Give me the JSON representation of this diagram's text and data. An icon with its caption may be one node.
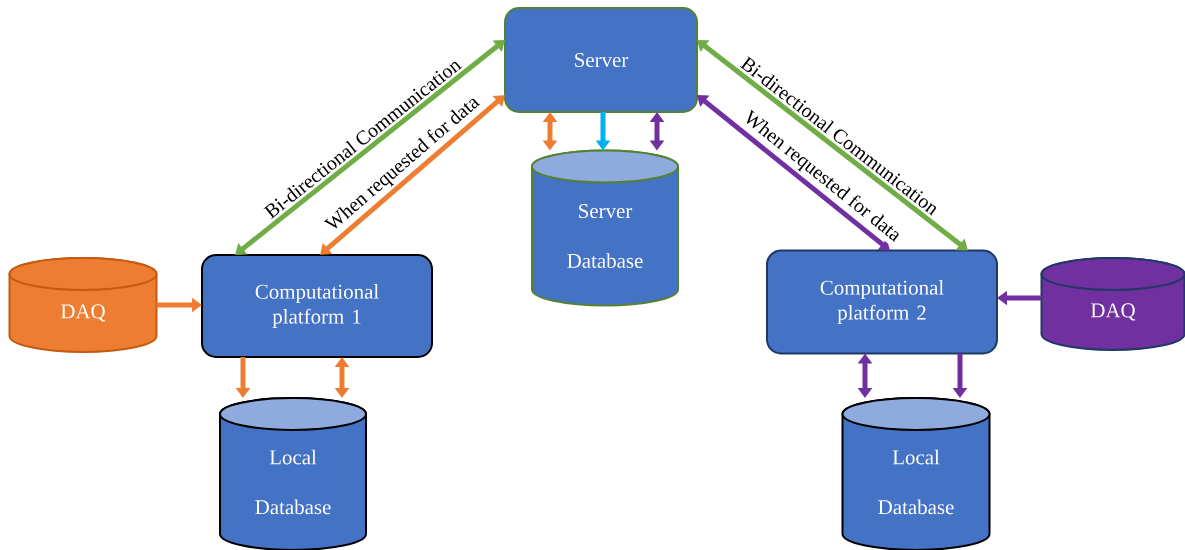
{
  "diagram": {
    "nodes": [
      {
        "text": [
          "Server"
        ]
      },
      {
        "text": [
          "Server Database"
        ]
      },
      {
        "text": [
          "DAQ"
        ]
      },
      {
        "text": [
          "Computational platform 1"
        ]
      },
      {
        "text": [
          "Local Database"
        ]
      },
      {
        "text": [
          "Computational platform 2"
        ]
      },
      {
        "text": [
          "DAQ"
        ]
      },
      {
        "text": [
          "Local Database"
        ]
      }
    ],
    "edges": [
      {
        "from": 3,
        "to": 0,
        "arrow": "both",
        "color": "#70ad47",
        "label": "Bi-directional Communication"
      },
      {
        "from": 3,
        "to": 0,
        "arrow": "both",
        "color": "#ed7d31",
        "label": "When requested for data"
      },
      {
        "from": 0,
        "to": 5,
        "arrow": "both",
        "color": "#70ad47",
        "label": "Bi-directional Communication"
      },
      {
        "from": 0,
        "to": 5,
        "arrow": "both",
        "color": "#7030a0",
        "label": "When requested for data"
      },
      {
        "from": 0,
        "to": 1,
        "arrow": "both",
        "color": "#ed7d31"
      },
      {
        "from": 0,
        "to": 1,
        "arrow": "to",
        "color": "#00b0f0"
      },
      {
        "from": 0,
        "to": 1,
        "arrow": "both",
        "color": "#7030a0"
      },
      {
        "from": 2,
        "to": 3,
        "arrow": "to",
        "color": "#ed7d31"
      },
      {
        "from": 3,
        "to": 4,
        "arrow": "to",
        "color": "#ed7d31"
      },
      {
        "from": 3,
        "to": 4,
        "arrow": "both",
        "color": "#ed7d31"
      },
      {
        "from": 6,
        "to": 5,
        "arrow": "to",
        "color": "#7030a0"
      },
      {
        "from": 5,
        "to": 7,
        "arrow": "both",
        "color": "#7030a0"
      },
      {
        "from": 5,
        "to": 7,
        "arrow": "to",
        "color": "#7030a0"
      }
    ]
  }
}
